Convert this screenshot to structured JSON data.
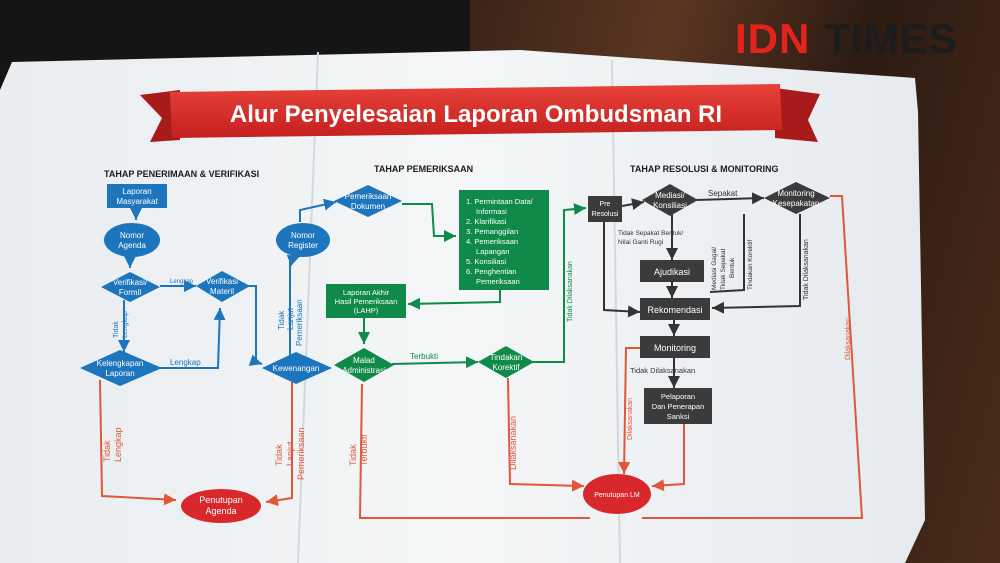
{
  "logo": {
    "idn": "IDN",
    "times": "TIMES"
  },
  "banner": {
    "title": "Alur Penyelesaian Laporan Ombudsman RI"
  },
  "stages": {
    "s1": "TAHAP PENERIMAAN & VERIFIKASI",
    "s2": "TAHAP PEMERIKSAAN",
    "s3": "TAHAP RESOLUSI & MONITORING"
  },
  "nodes": {
    "laporan_l1": "Laporan",
    "laporan_l2": "Masyarakat",
    "nomor_agenda_l1": "Nomor",
    "nomor_agenda_l2": "Agenda",
    "verif_formil_l1": "Verifikasi/",
    "verif_formil_l2": "Formil",
    "verif_materil_l1": "Verifikasi",
    "verif_materil_l2": "Materil",
    "kelengkapan_l1": "Kelengkapan",
    "kelengkapan_l2": "Laporan",
    "penutupan_agenda_l1": "Penutupan",
    "penutupan_agenda_l2": "Agenda",
    "nomor_register_l1": "Nomor",
    "nomor_register_l2": "Register",
    "kewenangan": "Kewenangan",
    "pemeriksaan_dok_l1": "Pemeriksaan",
    "pemeriksaan_dok_l2": "Dokumen",
    "list_items": [
      "1. Permintaan Data/",
      "Informasi",
      "2. Klarifikasi",
      "3. Pemanggilan",
      "4. Pemeriksaan",
      "Lapangan",
      "5. Konsiliasi",
      "6. Penghentian",
      "Pemeriksaan"
    ],
    "lahp_l1": "Laporan Akhir",
    "lahp_l2": "Hasil Pemeriksaan",
    "lahp_l3": "(LAHP)",
    "malad_l1": "Malad",
    "malad_l2": "Administrasi",
    "tindakan_l1": "Tindakan",
    "tindakan_l2": "Korektif",
    "penutupan_lm": "Penutupan LM",
    "pre_l1": "Pre",
    "pre_l2": "Resolusi",
    "mediasi_l1": "Mediasi/",
    "mediasi_l2": "Konsiliasi",
    "monitoring_kes_l1": "Monitoring",
    "monitoring_kes_l2": "Kesepakatan",
    "ajudikasi": "Ajudikasi",
    "rekomendasi": "Rekomendasi",
    "monitoring": "Monitoring",
    "pelaporan_l1": "Pelaporan",
    "pelaporan_l2": "Dan Penerapan",
    "pelaporan_l3": "Sanksi"
  },
  "labels": {
    "lengkap_top": "Lengkap",
    "lengkap_mid": "Lengkap",
    "tidak_lengkap_small_l1": "Tidak",
    "tidak_lengkap_small_l2": "Lengkap",
    "tidak_lengkap_l1": "Tidak",
    "tidak_lengkap_l2": "Lengkap",
    "tidak_lanjut_up_l1": "Tidak",
    "tidak_lanjut_up_l2": "Lanjut",
    "tidak_lanjut_up_l3": "Pemeriksaan",
    "tidak_lanjut_down_l1": "Tidak",
    "tidak_lanjut_down_l2": "Lanjut",
    "tidak_lanjut_down_l3": "Pemeriksaan",
    "terbukti": "Terbukti",
    "tidak_terbukti_l1": "Tidak",
    "tidak_terbukti_l2": "Terbukti",
    "tidak_dilaksanakan_green": "Tidak Dilaksanakan",
    "dilaksanakan_red": "Dilaksanakan",
    "sepakat": "Sepakat",
    "tidak_sepakat_l1": "Tidak Sepakat Bentuk/",
    "tidak_sepakat_l2": "Nilai Ganti Rugi",
    "mediasi_gagal_l1": "Mediasi Gagal/",
    "mediasi_gagal_l2": "Tidak Sepakat",
    "mediasi_gagal_l3": "Bentuk",
    "tindakan_korektif_v": "Tindakan Korektif",
    "tidak_dilaksanakan_v": "Tidak Dilaksanakan",
    "tidak_dilaksanakan_mon": "Tidak Dilaksanakan",
    "dilaksanakan_v1": "Dilaksanakan",
    "dilaksanakan_v2": "Dilaksanakan"
  },
  "colors": {
    "blue": "#1d75bd",
    "green": "#0f8a48",
    "dark": "#3b3b3b",
    "red": "#d8282c",
    "arrow_red": "#e0573a"
  }
}
